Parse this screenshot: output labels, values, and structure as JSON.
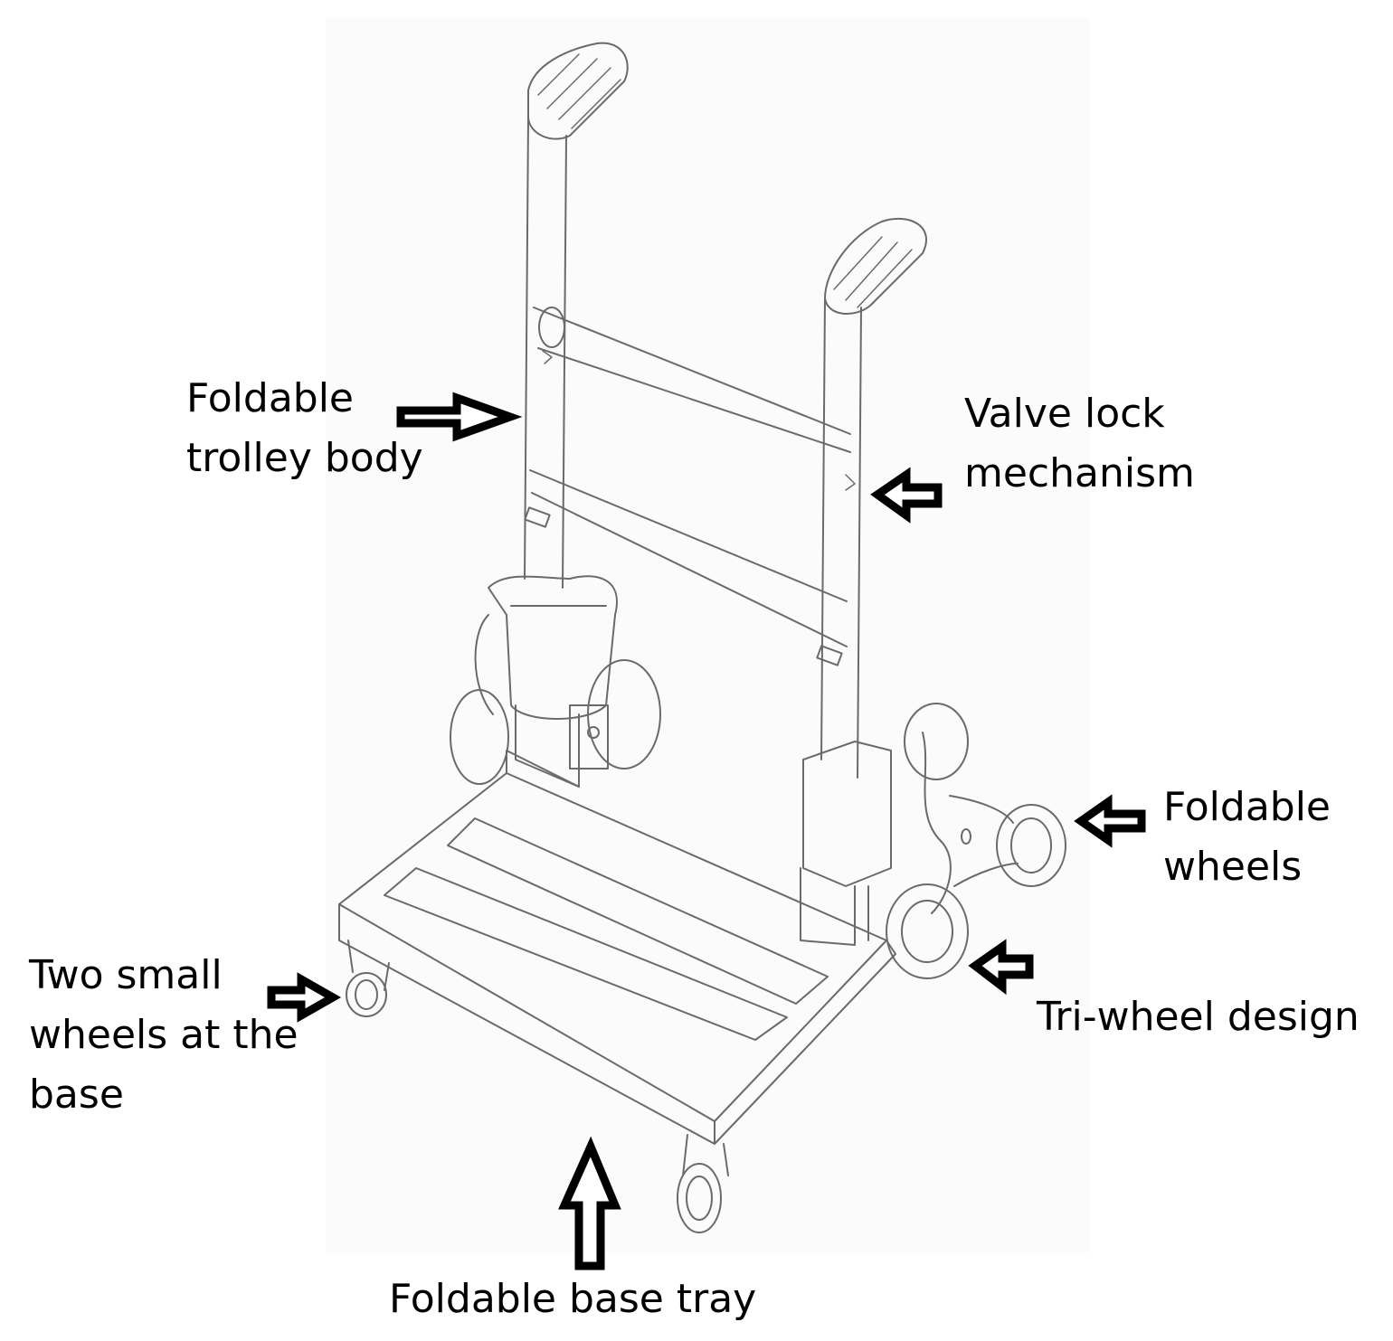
{
  "diagram": {
    "labels": {
      "trolley_body": [
        "Foldable",
        "trolley body"
      ],
      "valve_lock": [
        "Valve lock",
        "mechanism"
      ],
      "foldable_wheels": [
        "Foldable",
        "wheels"
      ],
      "tri_wheel": [
        "Tri-wheel design"
      ],
      "small_wheels": [
        "Two small",
        "wheels at the",
        "base"
      ],
      "base_tray": [
        "Foldable base tray"
      ]
    }
  },
  "colors": {
    "background": "#ffffff",
    "paper": "#fbfbfb",
    "sketch_line": "#6a6a6a",
    "arrow": "#000000",
    "text": "#000000"
  }
}
